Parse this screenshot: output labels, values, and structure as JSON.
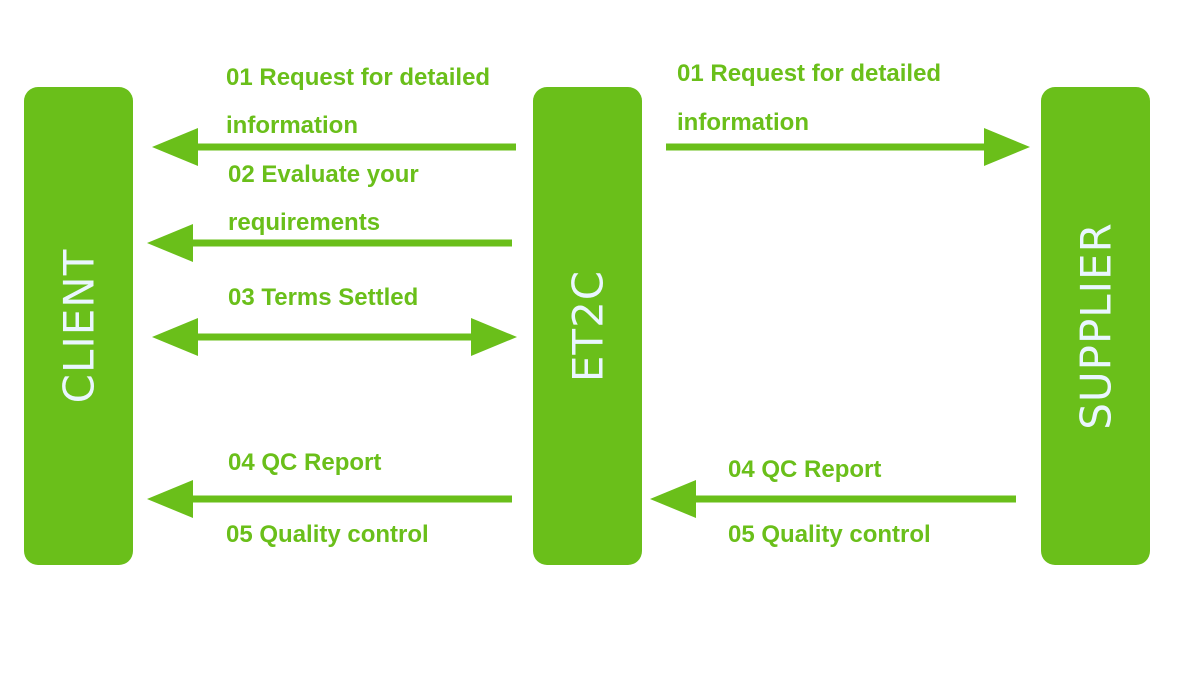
{
  "colors": {
    "accent": "#6abf1a",
    "label": "#eaf6ff"
  },
  "columns": {
    "client": "CLIENT",
    "middle": "ET2C",
    "supplier": "SUPPLIER"
  },
  "left_labels": {
    "step1_line1": "01 Request for detailed",
    "step1_line2": "information",
    "step2_line1": "02 Evaluate your",
    "step2_line2": "requirements",
    "step3": "03 Terms Settled",
    "step4": "04 QC Report",
    "step5": "05 Quality control"
  },
  "right_labels": {
    "step1_line1": "01 Request for detailed",
    "step1_line2": "information",
    "step4": "04 QC Report",
    "step5": "05 Quality control"
  }
}
